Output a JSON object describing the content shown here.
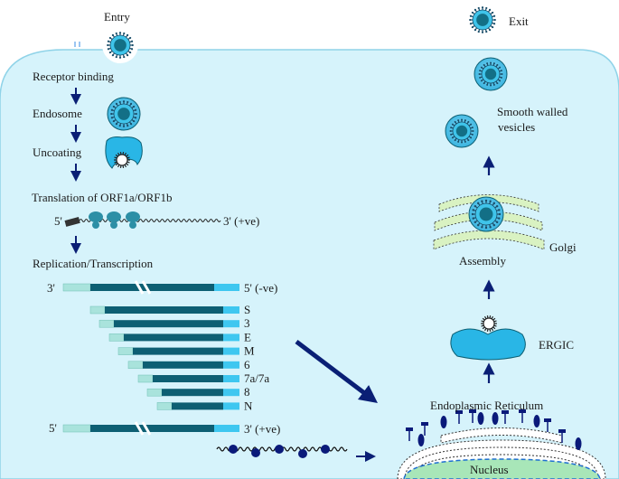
{
  "entry": {
    "label": "Entry"
  },
  "exit": {
    "label": "Exit"
  },
  "steps": {
    "receptor_binding": "Receptor binding",
    "endosome": "Endosome",
    "uncoating": "Uncoating",
    "translation": "Translation of ORF1a/ORF1b",
    "replication": "Replication/Transcription"
  },
  "genome": {
    "five_prime": "5'",
    "three_prime_pos": "3' (+ve)"
  },
  "negative_strand": {
    "three_prime": "3'",
    "five_prime_neg": "5' (-ve)"
  },
  "subgenomic_rnas": [
    "S",
    "3",
    "E",
    "M",
    "6",
    "7a/7a",
    "8",
    "N"
  ],
  "positive_strand": {
    "five_prime": "5'",
    "three_prime_pos": "3' (+ve)"
  },
  "right_labels": {
    "smooth_vesicles_1": "Smooth walled",
    "smooth_vesicles_2": "vesicles",
    "golgi": "Golgi",
    "assembly": "Assembly",
    "ergic": "ERGIC",
    "er": "Endoplasmic Reticulum",
    "nucleus": "Nucleus"
  },
  "colors": {
    "cell": "#d6f3fb",
    "cell_border": "#8fd3e8",
    "rna_dark": "#0d5f73",
    "rna_light_cyan": "#3ec7f0",
    "rna_pale": "#a9e3dc",
    "arrow": "#0a1f75",
    "golgi": "#d9f2c2",
    "ergic": "#29b6e6",
    "nucleus": "#a8e6b8",
    "virion_core": "#136f86",
    "virion_ring": "#3fc4ea"
  }
}
